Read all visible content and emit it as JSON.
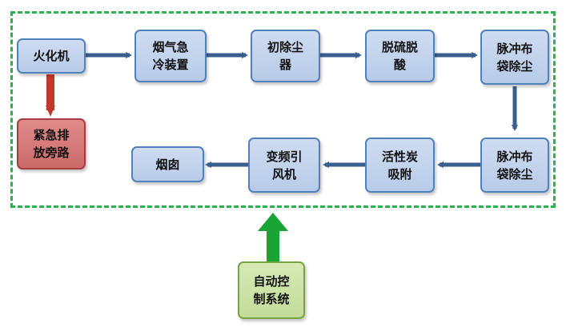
{
  "diagram": {
    "nodes": {
      "huohuaji": "火化机",
      "jinji": "紧急排\n放旁路",
      "yanqi": "烟气急\n冷装置",
      "chuchuchen": "初除尘\n器",
      "tuoliu": "脱硫脱\n酸",
      "maichong1": "脉冲布\n袋除尘",
      "maichong2": "脉冲布\n袋除尘",
      "huoxingtan": "活性炭\n吸附",
      "bianpin": "变频引\n风机",
      "yancong": "烟囱",
      "zidong": "自动控\n制系统"
    }
  },
  "colors": {
    "process_fill": "#b7cbe8",
    "process_border": "#4f81bd",
    "arrow_blue": "#3a5f8f",
    "emergency_fill": "#cd6a6a",
    "emergency_arrow": "#c0392b",
    "control_fill": "#c3dc9a",
    "control_arrow": "#18a535",
    "frame_dash": "#2bb34b"
  }
}
